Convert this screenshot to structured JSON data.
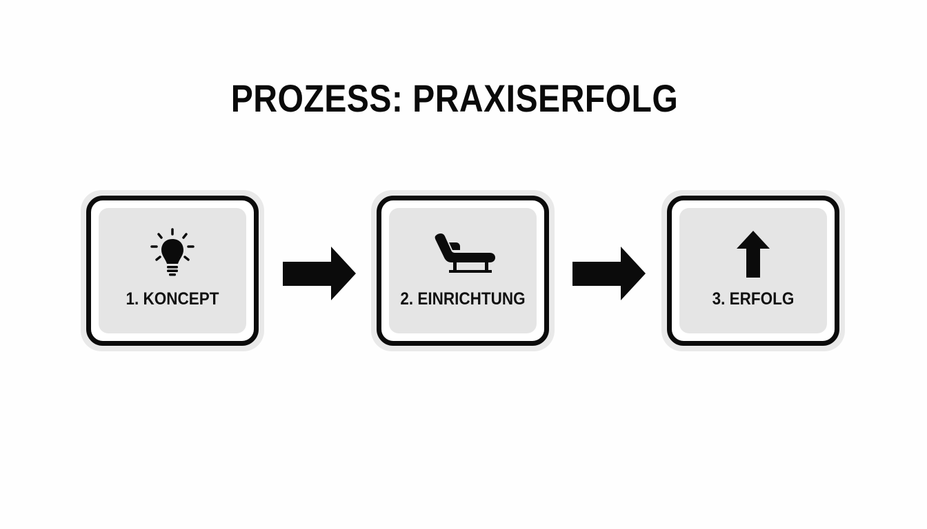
{
  "title": "PROZESS: PRAXISERFOLG",
  "steps": [
    {
      "label": "1. KONCEPT",
      "icon": "lightbulb-icon"
    },
    {
      "label": "2. EINRICHTUNG",
      "icon": "treatment-chair-icon"
    },
    {
      "label": "3. ERFOLG",
      "icon": "arrow-up-icon"
    }
  ],
  "connectors": [
    {
      "icon": "arrow-right-icon"
    },
    {
      "icon": "arrow-right-icon"
    }
  ],
  "colors": {
    "ink": "#0b0b0b",
    "panel": "#e5e5e5",
    "outer_glow": "#e9e9e9",
    "background": "#fefefe"
  }
}
